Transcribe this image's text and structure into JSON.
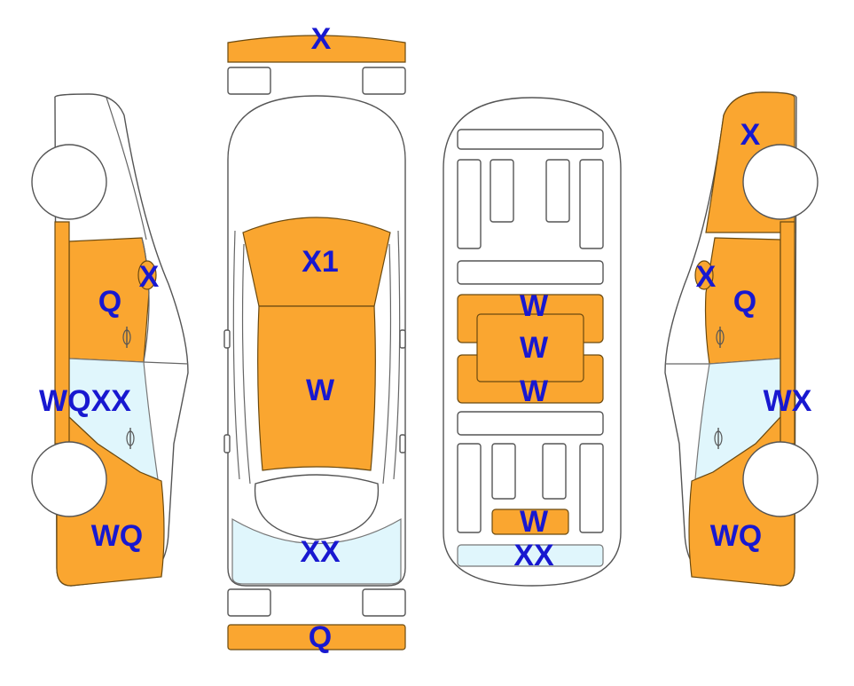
{
  "colors": {
    "damage": "#FAA630",
    "glass": "#E0F6FC",
    "label": "#1818D0",
    "outline": "#555555"
  },
  "labels": {
    "front_bumper": "X",
    "rear_bumper": "Q",
    "windshield": "X1",
    "roof": "W",
    "rear_window": "XX",
    "floor_front": "W",
    "floor_middle": "W",
    "floor_rear": "W",
    "floor_trunk": "W",
    "floor_rear_panel": "XX",
    "left_mirror": "X",
    "left_front_door": "Q",
    "left_rear_door": "WQXX",
    "left_quarter": "WQ",
    "right_front_fender": "X",
    "right_mirror": "X",
    "right_front_door": "Q",
    "right_rear_door": "WX",
    "right_quarter": "WQ"
  }
}
